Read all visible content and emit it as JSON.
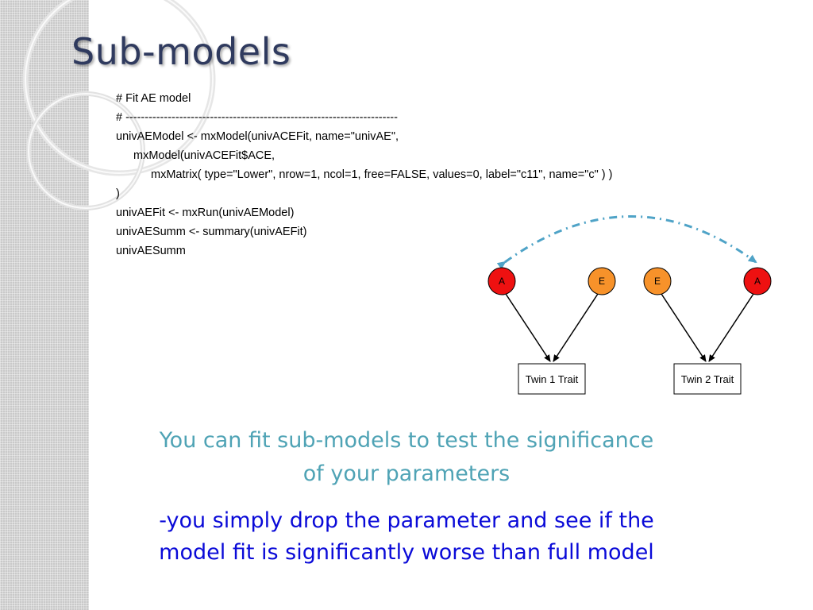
{
  "slide": {
    "title": "Sub-models",
    "code_lines": [
      "# Fit AE model",
      "# -----------------------------------------------------------------------",
      "univAEModel <- mxModel(univACEFit, name=\"univAE\",",
      "mxModel(univACEFit$ACE,",
      "mxMatrix( type=\"Lower\", nrow=1, ncol=1, free=FALSE, values=0, label=\"c11\", name=\"c\" ) )",
      ")",
      "univAEFit <- mxRun(univAEModel)",
      "univAESumm <- summary(univAEFit)",
      "univAESumm"
    ],
    "caption1": [
      "You can fit sub-models to test the significance",
      "of your parameters"
    ],
    "caption2": [
      "-you simply drop the parameter and see if the",
      "model fit is significantly worse than full model"
    ]
  },
  "diagram": {
    "nodes": {
      "a1": "A",
      "e1": "E",
      "e2": "E",
      "a2": "A"
    },
    "boxes": {
      "twin1": "Twin 1 Trait",
      "twin2": "Twin 2 Trait"
    },
    "colors": {
      "a_fill": "#ee1111",
      "e_fill": "#f7922a",
      "covariance_arrow": "#4fa3c7"
    }
  },
  "theme": {
    "title_color": "#2f3a5e",
    "caption1_color": "#4fa3b5",
    "caption2_color": "#0a0ad8"
  }
}
